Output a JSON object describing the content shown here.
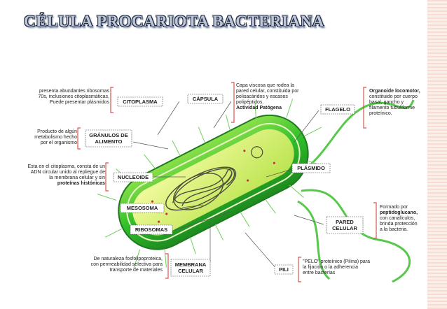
{
  "title": "CÉLULA PROCARIOTA BACTERIANA",
  "labels": {
    "citoplasma": "CITOPLASMA",
    "capsula": "CÁPSULA",
    "flagelo": "FLAGELO",
    "granulos": "GRÁNULOS DE ALIMENTO",
    "nucleoide": "NUCLEOIDE",
    "plasmido": "PLÁSMIDO",
    "mesosoma": "MESOSOMA",
    "ribosomas": "RIBOSOMAS",
    "pared": "PARED CELULAR",
    "membrana": "MEMBRANA CELULAR",
    "pili": "PILI"
  },
  "notes": {
    "citoplasma_1": "presenta abundantes ribosomas",
    "citoplasma_2": "70s, inclusiones citoplasmáticas,",
    "citoplasma_3": "Puede presentar plásmidos",
    "capsula_1": "Capa viscosa que rodea la",
    "capsula_2": "pared celular, constituida por",
    "capsula_3": "polisacáridos y escasos",
    "capsula_4": "polipéptidos.",
    "capsula_5": "Actividad Patógena",
    "flagelo_1": "Organoide locomotor,",
    "flagelo_2": "constituido por cuerpo",
    "flagelo_3": "basal, gancho y",
    "flagelo_4": "filamento tubuliforme",
    "flagelo_5": "proteínico.",
    "granulos_1": "Producto de algún",
    "granulos_2": "metabolismo hecho",
    "granulos_3": "por el organismo",
    "nucleoide_1": "Esta en el citoplasma, consta de un",
    "nucleoide_2": "ADN circular unido al repliegue de",
    "nucleoide_3": "la membrana celular y sin",
    "nucleoide_4": "proteínas histónicas",
    "pared_1": "Formado por",
    "pared_2": "peptidoglucano,",
    "pared_3": "con canalículos,",
    "pared_4": "brinda protección",
    "pared_5": "a la bacteria.",
    "membrana_1": "De naturaleza fosfolipoproteica,",
    "membrana_2": "con permeabilidad selectiva para",
    "membrana_3": "transporte de materiales",
    "pili_1": "\"PELO\" proteínico (Pilina) para",
    "pili_2": "la fijación o la adherencia",
    "pili_3": "entre bacterias"
  },
  "colors": {
    "capsule": "#2fbf2a",
    "cytoplasm": "#d9f27a",
    "dna": "#4a4f3a",
    "bracket": "#d9534f",
    "title_fill": "#bfc6d6",
    "title_outline": "#1f2a44"
  }
}
